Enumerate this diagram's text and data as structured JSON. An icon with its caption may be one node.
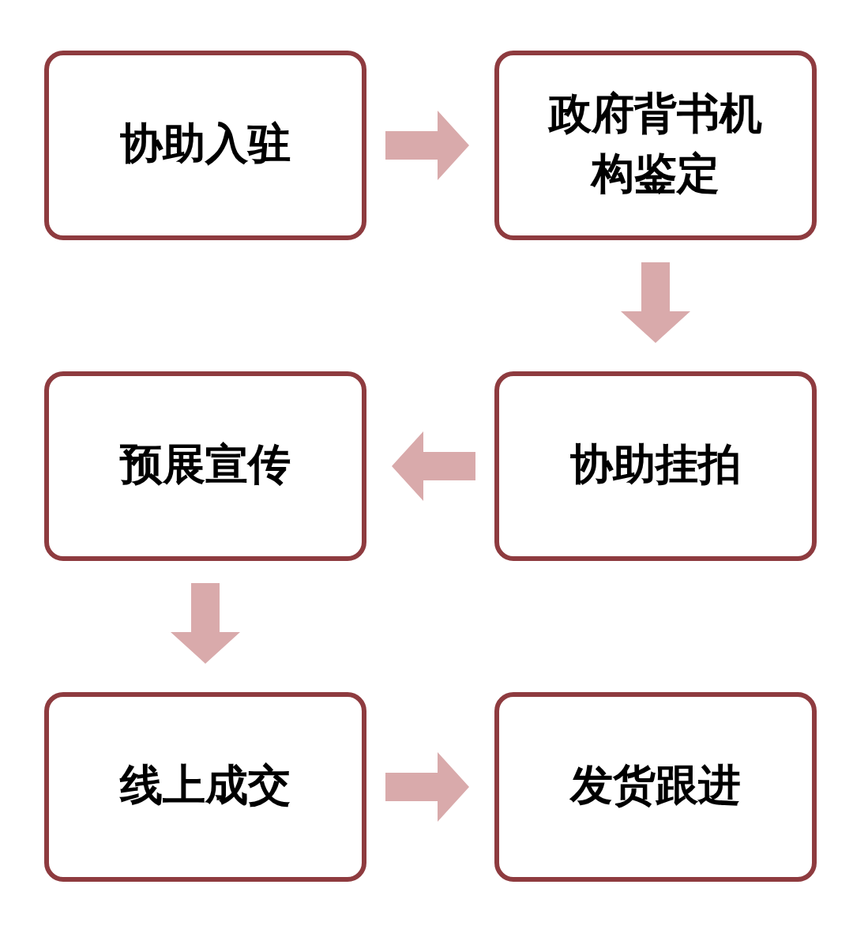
{
  "diagram": {
    "nodes": [
      {
        "text": [
          "协助入驻"
        ]
      },
      {
        "text": [
          "政府背书机构鉴定"
        ]
      },
      {
        "text": [
          "协助挂拍"
        ]
      },
      {
        "text": [
          "预展宣传"
        ]
      },
      {
        "text": [
          "线上成交"
        ]
      },
      {
        "text": [
          "发货跟进"
        ]
      }
    ],
    "edges": [
      {
        "from": 0,
        "to": 1,
        "arrow": "to"
      },
      {
        "from": 1,
        "to": 2,
        "arrow": "to"
      },
      {
        "from": 2,
        "to": 3,
        "arrow": "to"
      },
      {
        "from": 3,
        "to": 4,
        "arrow": "to"
      },
      {
        "from": 4,
        "to": 5,
        "arrow": "to"
      }
    ]
  }
}
